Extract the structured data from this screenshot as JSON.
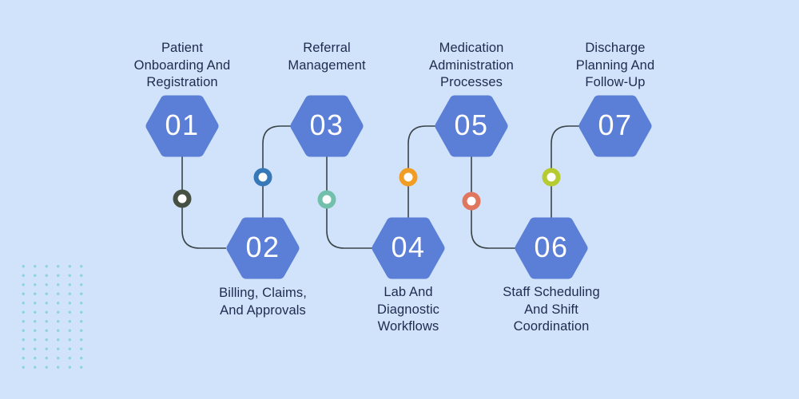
{
  "title": "Healthcare workflow process infographic",
  "theme": {
    "background": "#d1e3fa",
    "hexagon_fill": "#5b7ed7",
    "number_color": "#ffffff",
    "label_color": "#1e2b4f",
    "connector_color": "#3a4449",
    "dots_color": "#8fd2e2"
  },
  "steps": [
    {
      "number": "01",
      "label": "Patient\nOnboarding And\nRegistration",
      "row": "top"
    },
    {
      "number": "02",
      "label": "Billing, Claims,\nAnd Approvals",
      "row": "bottom"
    },
    {
      "number": "03",
      "label": "Referral\nManagement",
      "row": "top"
    },
    {
      "number": "04",
      "label": "Lab And\nDiagnostic\nWorkflows",
      "row": "bottom"
    },
    {
      "number": "05",
      "label": "Medication\nAdministration\nProcesses",
      "row": "top"
    },
    {
      "number": "06",
      "label": "Staff Scheduling\nAnd Shift\nCoordination",
      "row": "bottom"
    },
    {
      "number": "07",
      "label": "Discharge\nPlanning And\nFollow-Up",
      "row": "top"
    }
  ],
  "connectors": [
    {
      "from": "01",
      "to": "02",
      "ring_color": "#455042",
      "ring_name": "dark-olive"
    },
    {
      "from": "02",
      "to": "03",
      "ring_color": "#3779b8",
      "ring_name": "blue"
    },
    {
      "from": "03",
      "to": "04",
      "ring_color": "#72c0ab",
      "ring_name": "teal"
    },
    {
      "from": "04",
      "to": "05",
      "ring_color": "#f19d23",
      "ring_name": "orange"
    },
    {
      "from": "05",
      "to": "06",
      "ring_color": "#e0765d",
      "ring_name": "coral"
    },
    {
      "from": "06",
      "to": "07",
      "ring_color": "#b6cb30",
      "ring_name": "chartreuse"
    }
  ]
}
